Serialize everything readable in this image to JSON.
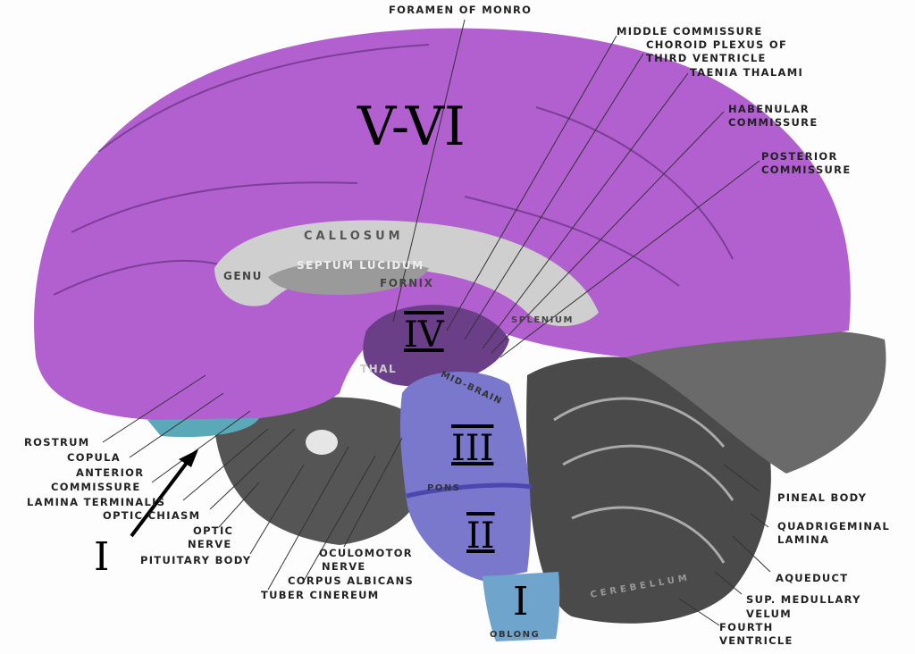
{
  "title": "Midsagittal section of the brain with layer annotations",
  "colors": {
    "cortex": "#b25fd0",
    "cortex_dark": "#9a3fc0",
    "gray": "#6a6a6a",
    "callosum": "#cfcfcf",
    "brainstem": "#7a78cc",
    "medulla": "#6fa4cc",
    "teal": "#5aa9b8"
  },
  "labels_top_right": [
    "FORAMEN OF MONRO",
    "MIDDLE COMMISSURE",
    "CHOROID PLEXUS OF",
    "THIRD VENTRICLE",
    "TAENIA THALAMI",
    "HABENULAR",
    "COMMISSURE",
    "POSTERIOR",
    "COMMISSURE"
  ],
  "labels_left": [
    "ROSTRUM",
    "COPULA",
    "ANTERIOR",
    "COMMISSURE",
    "LAMINA TERMINALIS",
    "OPTIC CHIASM",
    "OPTIC",
    "NERVE",
    "PITUITARY BODY",
    "OCULOMOTOR",
    "NERVE",
    "CORPUS ALBICANS",
    "TUBER CINEREUM"
  ],
  "labels_right": [
    "PINEAL BODY",
    "QUADRIGEMINAL",
    "LAMINA",
    "AQUEDUCT",
    "SUP. MEDULLARY",
    "VELUM",
    "FOURTH",
    "VENTRICLE"
  ],
  "inner_labels": [
    "CALLOSUM",
    "GENU",
    "SEPTUM LUCIDUM",
    "FORNIX",
    "THAL",
    "SPLENIUM",
    "MID-BRAIN",
    "PONS",
    "OBLONG",
    "CEREBELLUM"
  ],
  "handwritten": [
    "V-VI",
    "IV",
    "III",
    "II",
    "I",
    "I"
  ]
}
